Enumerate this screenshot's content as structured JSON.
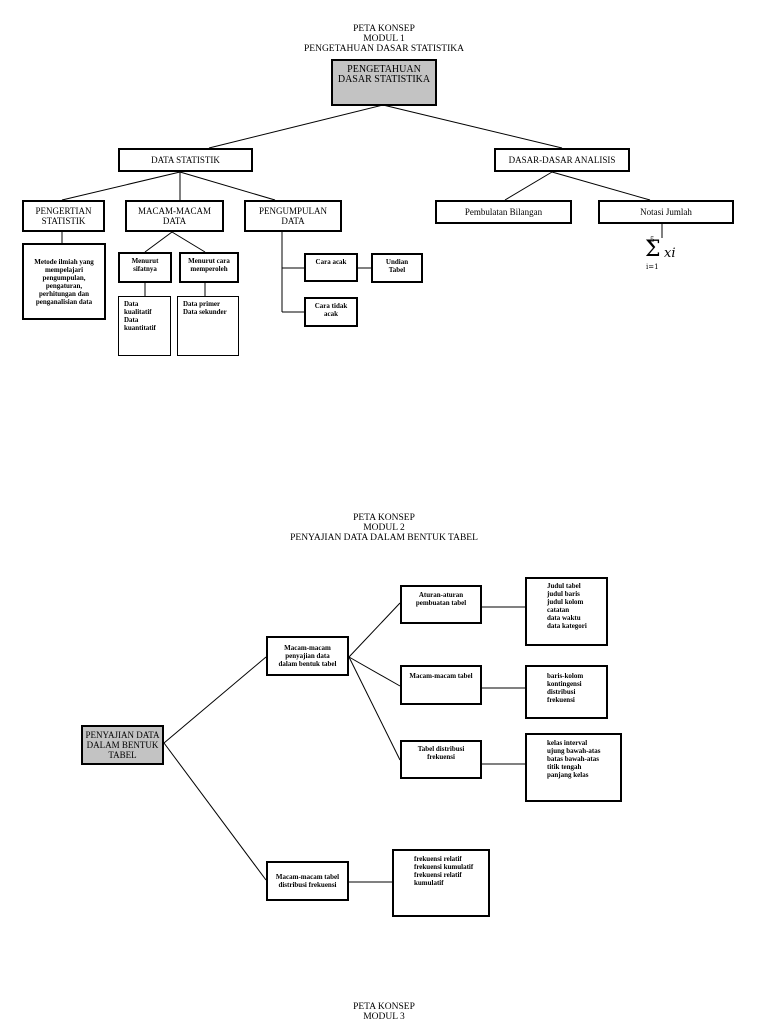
{
  "modul1": {
    "heading": [
      "PETA KONSEP",
      "MODUL 1",
      "PENGETAHUAN DASAR STATISTIKA"
    ],
    "root": "PENGETAHUAN\nDASAR STATISTIKA",
    "data_statistik": "DATA STATISTIK",
    "dasar_analisis": "DASAR-DASAR ANALISIS",
    "pengertian": "PENGERTIAN\nSTATISTIK",
    "macam_data": "MACAM-MACAM\nDATA",
    "pengumpulan": "PENGUMPULAN\nDATA",
    "pembulatan": "Pembulatan Bilangan",
    "notasi": "Notasi Jumlah",
    "pengertian_def": "Metode ilmiah yang\nmempelajari\npengumpulan,\npengaturan,\nperhitungan dan\npenganalisian data",
    "menurut_sifatnya": "Menurut\nsifatnya",
    "menurut_cara": "Menurut cara\nmemperoleh",
    "sifat_items": "Data\nkualitatif\nData\nkuantitatif",
    "cara_items": "Data primer\nData sekunder",
    "cara_acak": "Cara acak",
    "undian": "Undian\nTabel",
    "cara_tidak_acak": "Cara tidak\nacak",
    "formula": {
      "sum_upper": "5",
      "sum_lower": "i=1",
      "term": "xi"
    }
  },
  "modul2": {
    "heading": [
      "PETA KONSEP",
      "MODUL 2",
      "PENYAJIAN DATA DALAM BENTUK TABEL"
    ],
    "root": "PENYAJIAN DATA\nDALAM BENTUK\nTABEL",
    "macam_penyajian": "Macam-macam\npenyajian data\ndalam bentuk tabel",
    "macam_distribusi": "Macam-macam tabel\ndistribusi frekuensi",
    "aturan": "Aturan-aturan\npembuatan tabel",
    "macam_tabel": "Macam-macam tabel",
    "tabel_distribusi": "Tabel distribusi\nfrekuensi",
    "aturan_items": "Judul tabel\njudul baris\njudul kolom\ncatatan\ndata waktu\ndata kategori",
    "macam_tabel_items": "baris-kolom\nkontingensi\ndistribusi\nfrekuensi",
    "distribusi_items": "kelas interval\nujung bawah-atas\nbatas bawah-atas\ntitik tengah\npanjang kelas",
    "frekuensi_items": "frekuensi relatif\nfrekuensi kumulatif\nfrekuensi relatif\nkumulatif"
  },
  "modul3": {
    "heading": [
      "PETA KONSEP",
      "MODUL 3"
    ]
  }
}
